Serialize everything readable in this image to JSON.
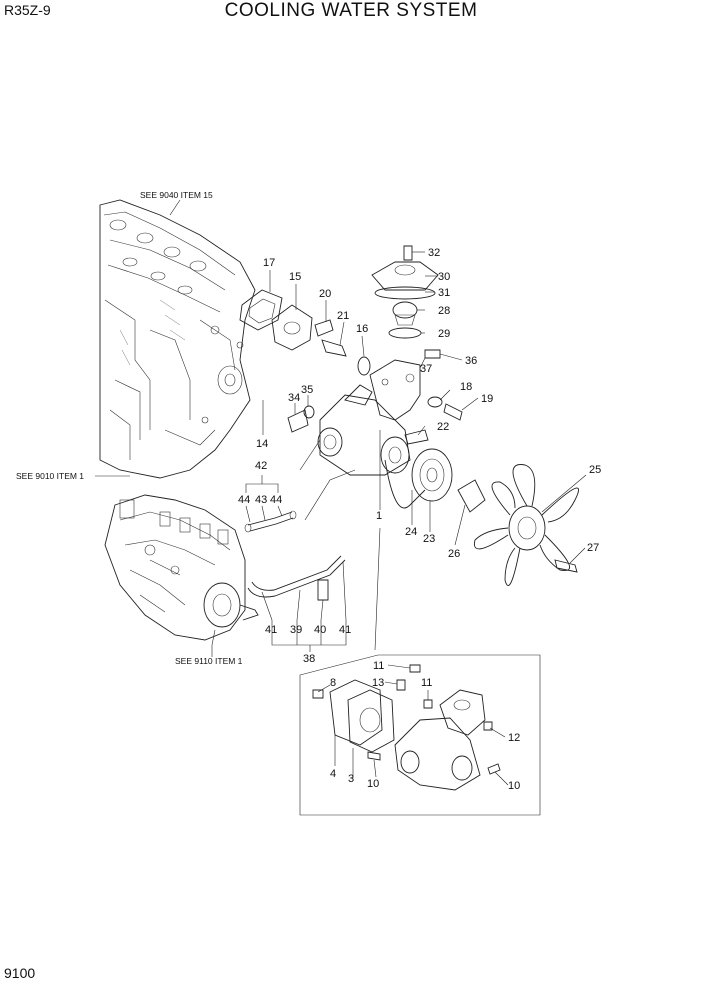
{
  "header": {
    "model": "R35Z-9",
    "title": "COOLING WATER SYSTEM"
  },
  "footer": {
    "page_number": "9100"
  },
  "references": {
    "r9040": "SEE 9040 ITEM 15",
    "r9010": "SEE 9010 ITEM 1",
    "r9110": "SEE 9110 ITEM 1"
  },
  "labels": {
    "p32": "32",
    "p30": "30",
    "p31": "31",
    "p28": "28",
    "p29": "29",
    "p36": "36",
    "p37": "37",
    "p18": "18",
    "p19": "19",
    "p22": "22",
    "p17": "17",
    "p15": "15",
    "p20": "20",
    "p21": "21",
    "p16": "16",
    "p35": "35",
    "p34": "34",
    "p14": "14",
    "p42": "42",
    "p44a": "44",
    "p43": "43",
    "p44b": "44",
    "p25": "25",
    "p24": "24",
    "p23": "23",
    "p26": "26",
    "p27": "27",
    "p1": "1",
    "p41a": "41",
    "p39": "39",
    "p40": "40",
    "p41b": "41",
    "p38": "38",
    "p11a": "11",
    "p13": "13",
    "p11b": "11",
    "p8": "8",
    "p12": "12",
    "p4": "4",
    "p3": "3",
    "p10a": "10",
    "p10b": "10"
  }
}
